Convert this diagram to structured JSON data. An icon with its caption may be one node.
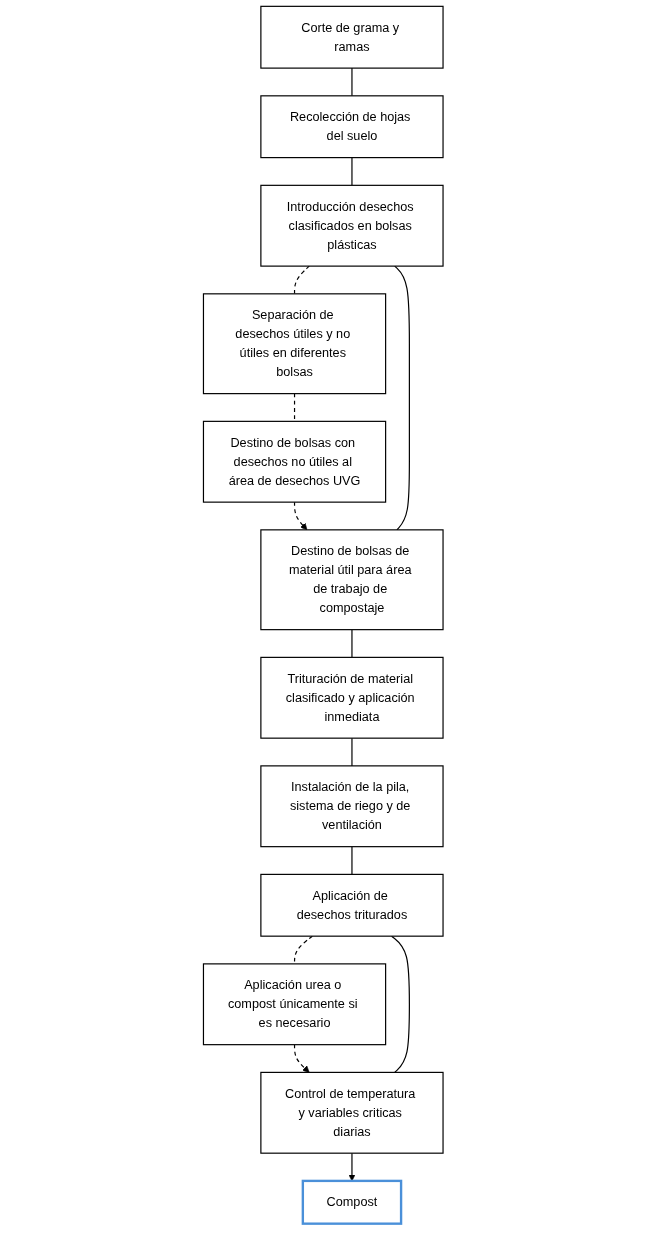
{
  "diagram": {
    "nodes": [
      {
        "text": [
          "Corte de grama y ramas"
        ]
      },
      {
        "text": [
          "Recolección de hojas del suelo"
        ]
      },
      {
        "text": [
          "Introducción desechos clasificados en bolsas plásticas"
        ]
      },
      {
        "text": [
          "Separación de desechos útiles y no útiles en diferentes bolsas"
        ]
      },
      {
        "text": [
          "Destino de bolsas con desechos no útiles al área de desechos UVG"
        ]
      },
      {
        "text": [
          "Destino de bolsas de material útil para área de trabajo de compostaje"
        ]
      },
      {
        "text": [
          "Trituración de material clasificado y aplicación inmediata"
        ]
      },
      {
        "text": [
          "Instalación de la pila, sistema de riego y de ventilación"
        ]
      },
      {
        "text": [
          "Aplicación de desechos triturados"
        ]
      },
      {
        "text": [
          "Aplicación urea o compost únicamente si es necesario"
        ]
      },
      {
        "text": [
          "Control de temperatura y variables criticas diarias"
        ]
      },
      {
        "text": [
          "Compost"
        ]
      }
    ],
    "edges": [
      {
        "from": 0,
        "to": 1,
        "arrow": "none"
      },
      {
        "from": 1,
        "to": 2,
        "arrow": "none"
      },
      {
        "from": 2,
        "to": 3,
        "arrow": "none",
        "style": "dashed"
      },
      {
        "from": 3,
        "to": 4,
        "arrow": "none",
        "style": "dashed"
      },
      {
        "from": 4,
        "to": 5,
        "arrow": "to",
        "style": "dashed"
      },
      {
        "from": 2,
        "to": 5,
        "arrow": "none"
      },
      {
        "from": 5,
        "to": 6,
        "arrow": "none"
      },
      {
        "from": 6,
        "to": 7,
        "arrow": "none"
      },
      {
        "from": 7,
        "to": 8,
        "arrow": "none"
      },
      {
        "from": 8,
        "to": 9,
        "arrow": "none",
        "style": "dashed"
      },
      {
        "from": 9,
        "to": 10,
        "arrow": "to",
        "style": "dashed"
      },
      {
        "from": 8,
        "to": 10,
        "arrow": "none"
      },
      {
        "from": 10,
        "to": 11,
        "arrow": "to"
      }
    ]
  }
}
